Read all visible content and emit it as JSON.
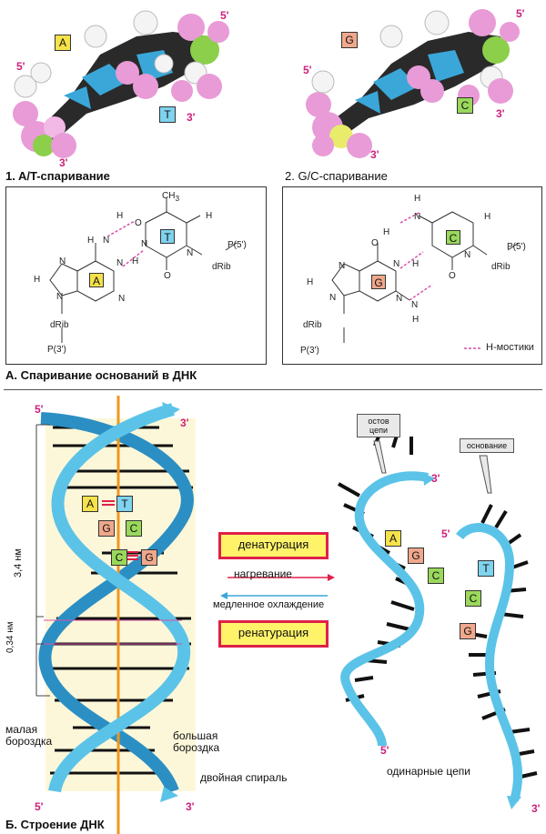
{
  "top": {
    "pair1_heading": "1.  A/T-спаривание",
    "pair2_heading": "2. G/C-спаривание",
    "model1": {
      "base_left": "A",
      "base_right": "T",
      "p5a": "5'",
      "p5b": "5'",
      "p3a": "3'",
      "p3b": "3'"
    },
    "model2": {
      "base_left": "G",
      "base_right": "C",
      "p5a": "5'",
      "p5b": "5'",
      "p3a": "3'",
      "p3b": "3'"
    }
  },
  "formula1": {
    "ch3": "CH",
    "ch3sub": "3",
    "n_h": "N",
    "h1": "H",
    "h2": "H",
    "o1": "O",
    "o2": "O",
    "n1": "N",
    "n2": "N",
    "n3": "N",
    "n4": "N",
    "n5": "N",
    "n6": "N",
    "n7": "N",
    "h3": "H",
    "h4": "H",
    "h5": "H",
    "h6": "H",
    "h7": "H",
    "drib_a": "dRib",
    "drib_b": "dRib",
    "p5": "P(5')",
    "p3": "P(3')",
    "base_a": "A",
    "base_t": "T"
  },
  "formula2": {
    "h1": "H",
    "h2": "H",
    "h3": "H",
    "h4": "H",
    "h5": "H",
    "h6": "H",
    "n1": "N",
    "n2": "N",
    "n3": "N",
    "n4": "N",
    "n5": "N",
    "n6": "N",
    "n7": "N",
    "o1": "O",
    "o2": "O",
    "drib_a": "dRib",
    "drib_b": "dRib",
    "p5": "P(5')",
    "p3": "P(3')",
    "base_g": "G",
    "base_c": "C",
    "legend": "H-мостики"
  },
  "section_a_caption": "А. Спаривание оснований в ДНК",
  "helix": {
    "end5_top": "5'",
    "end3_top": "3'",
    "end5_bottom": "5'",
    "end3_bottom": "3'",
    "pitch": "3,4 нм",
    "rise": "0,34 нм",
    "minor_groove": "малая\nбороздка",
    "major_groove": "большая\nбороздка",
    "title": "двойная спираль",
    "pairs": [
      [
        "A",
        "T"
      ],
      [
        "G",
        "C"
      ],
      [
        "C",
        "G"
      ]
    ]
  },
  "process": {
    "denaturation": "денатурация",
    "heating": "нагревание",
    "cooling": "медленное охлаждение",
    "renaturation": "ренатурация"
  },
  "single": {
    "backbone_callout": "остов\nцепи",
    "base_callout": "основание",
    "end3a": "3'",
    "end5a": "5'",
    "end5b": "5'",
    "end3b": "3'",
    "strand1_bases": [
      "A",
      "G",
      "C"
    ],
    "strand2_bases": [
      "T",
      "C",
      "G"
    ],
    "title": "одинарные цепи"
  },
  "section_b_caption": "Б. Строение ДНК",
  "colors": {
    "adenine": "#f6e24a",
    "thymine": "#7fd3ee",
    "guanine": "#f0a88c",
    "cytosine": "#9ad85c",
    "strand": "#5bc3e8",
    "axis": "#f0961e",
    "accent": "#e0204a"
  }
}
